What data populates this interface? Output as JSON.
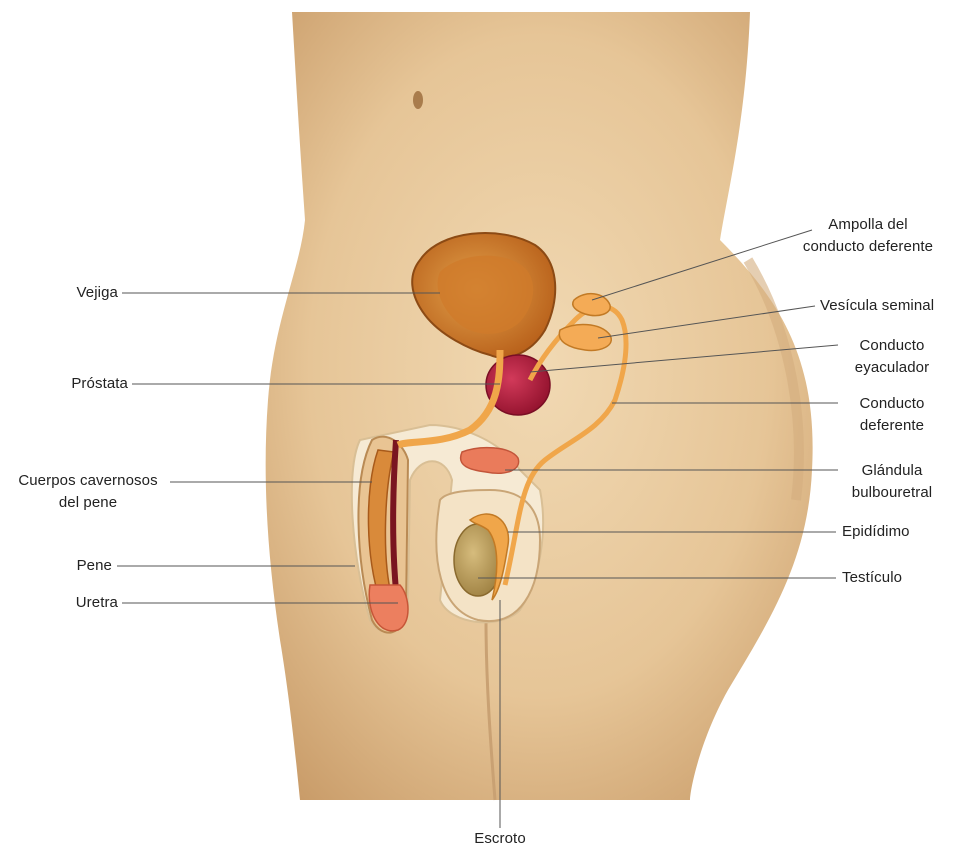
{
  "labels": {
    "vejiga": "Vejiga",
    "prostata": "Próstata",
    "cuerpos_cavernosos": "Cuerpos cavernosos\ndel pene",
    "pene": "Pene",
    "uretra": "Uretra",
    "ampolla": "Ampolla del\nconducto deferente",
    "vesicula": "Vesícula seminal",
    "conducto_eyaculador": "Conducto\neyaculador",
    "conducto_deferente": "Conducto\ndeferente",
    "glandula": "Glándula\nbulbouretral",
    "epididimo": "Epidídimo",
    "testiculo": "Testículo",
    "escroto": "Escroto"
  },
  "colors": {
    "skin": "#e7c79b",
    "skin_shadow": "#c99f6c",
    "bladder": "#c9751f",
    "prostate": "#b2173b",
    "duct": "#f0a64a",
    "urethra": "#e8764f",
    "corpus": "#d98a3a",
    "testis": "#b89a57"
  }
}
